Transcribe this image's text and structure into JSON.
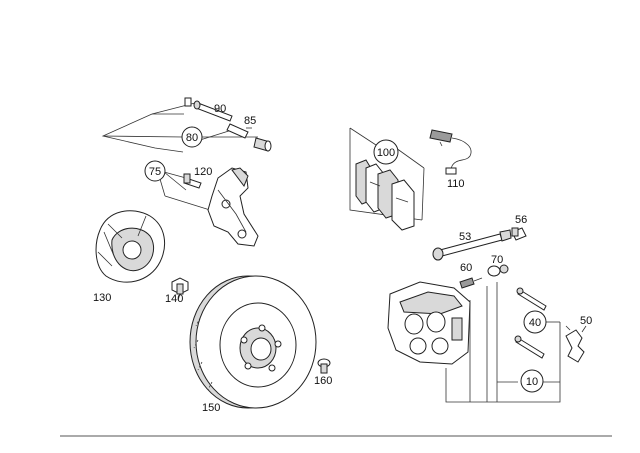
{
  "diagram": {
    "labels": {
      "p10": "10",
      "p40": "40",
      "p50": "50",
      "p53": "53",
      "p56": "56",
      "p60": "60",
      "p70": "70",
      "p75": "75",
      "p80": "80",
      "p85": "85",
      "p90": "90",
      "p100": "100",
      "p110": "110",
      "p120": "120",
      "p130": "130",
      "p140": "140",
      "p150": "150",
      "p160": "160"
    }
  }
}
